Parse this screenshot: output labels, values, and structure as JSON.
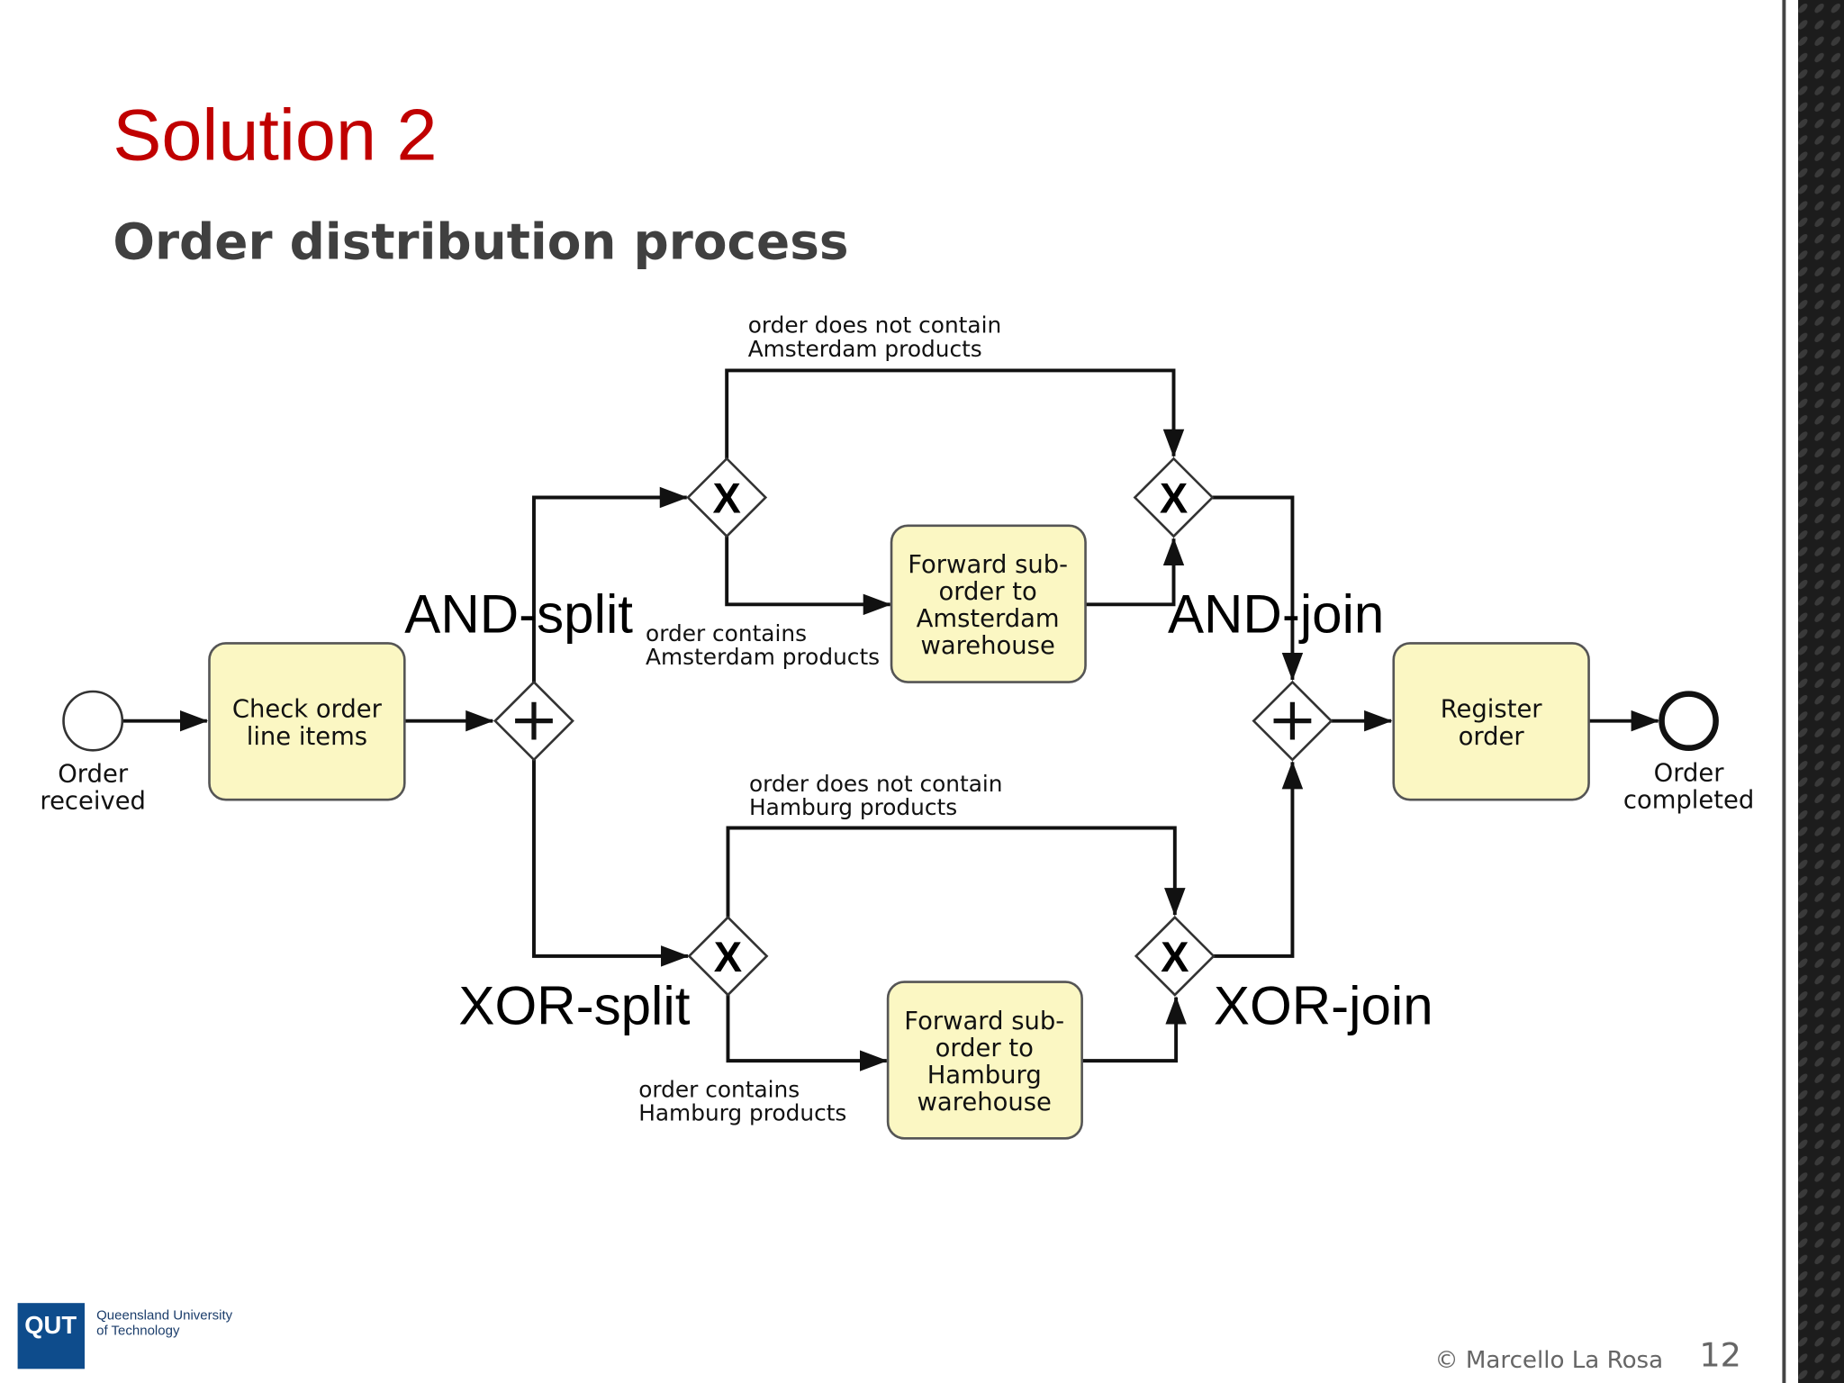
{
  "slide": {
    "title": "Solution 2",
    "subtitle": "Order distribution process",
    "title_color": "#c00000",
    "footer": {
      "copyright": "© Marcello La Rosa",
      "page_number": "12"
    },
    "logo": {
      "mark": "QUT",
      "line1": "Queensland University",
      "line2": "of Technology",
      "color": "#0e4c8c"
    }
  },
  "diagram": {
    "start_event": {
      "line1": "Order",
      "line2": "received"
    },
    "end_event": {
      "line1": "Order",
      "line2": "completed"
    },
    "tasks": {
      "check": {
        "lines": [
          "Check order",
          "line items"
        ]
      },
      "amsterdam": {
        "lines": [
          "Forward sub-",
          "order to",
          "Amsterdam",
          "warehouse"
        ]
      },
      "hamburg": {
        "lines": [
          "Forward sub-",
          "order to",
          "Hamburg",
          "warehouse"
        ]
      },
      "register": {
        "lines": [
          "Register",
          "order"
        ]
      }
    },
    "gateway_labels": {
      "and_split": "AND-split",
      "and_join": "AND-join",
      "xor_split": "XOR-split",
      "xor_join": "XOR-join"
    },
    "gateway_markers": {
      "and": "+",
      "xor": "X"
    },
    "conditions": {
      "not_amsterdam": [
        "order does not contain",
        "Amsterdam products"
      ],
      "amsterdam": [
        "order contains",
        "Amsterdam products"
      ],
      "not_hamburg": [
        "order does not contain",
        "Hamburg products"
      ],
      "hamburg": [
        "order contains",
        "Hamburg products"
      ]
    },
    "task_fill": "#fbf7c3"
  }
}
